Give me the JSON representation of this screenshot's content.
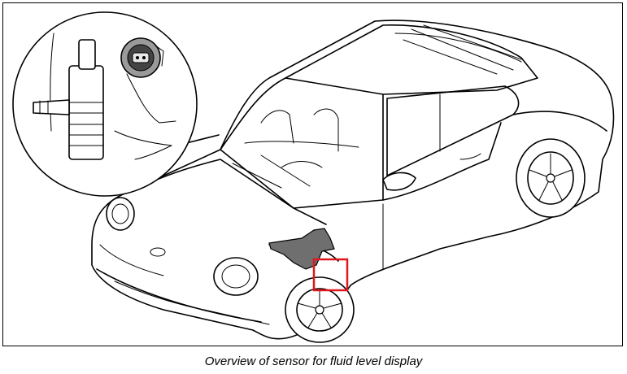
{
  "caption": "Overview of sensor for fluid level display",
  "colors": {
    "line": "#000000",
    "background": "#ffffff",
    "highlight": "#e0161e",
    "part_fill": "#6f6f6f",
    "connector_fill": "#9a9a9a"
  },
  "icons": {
    "vehicle": "car-line-drawing",
    "detail": "fluid-level-sensor-detail",
    "marker": "red-highlight-box"
  }
}
